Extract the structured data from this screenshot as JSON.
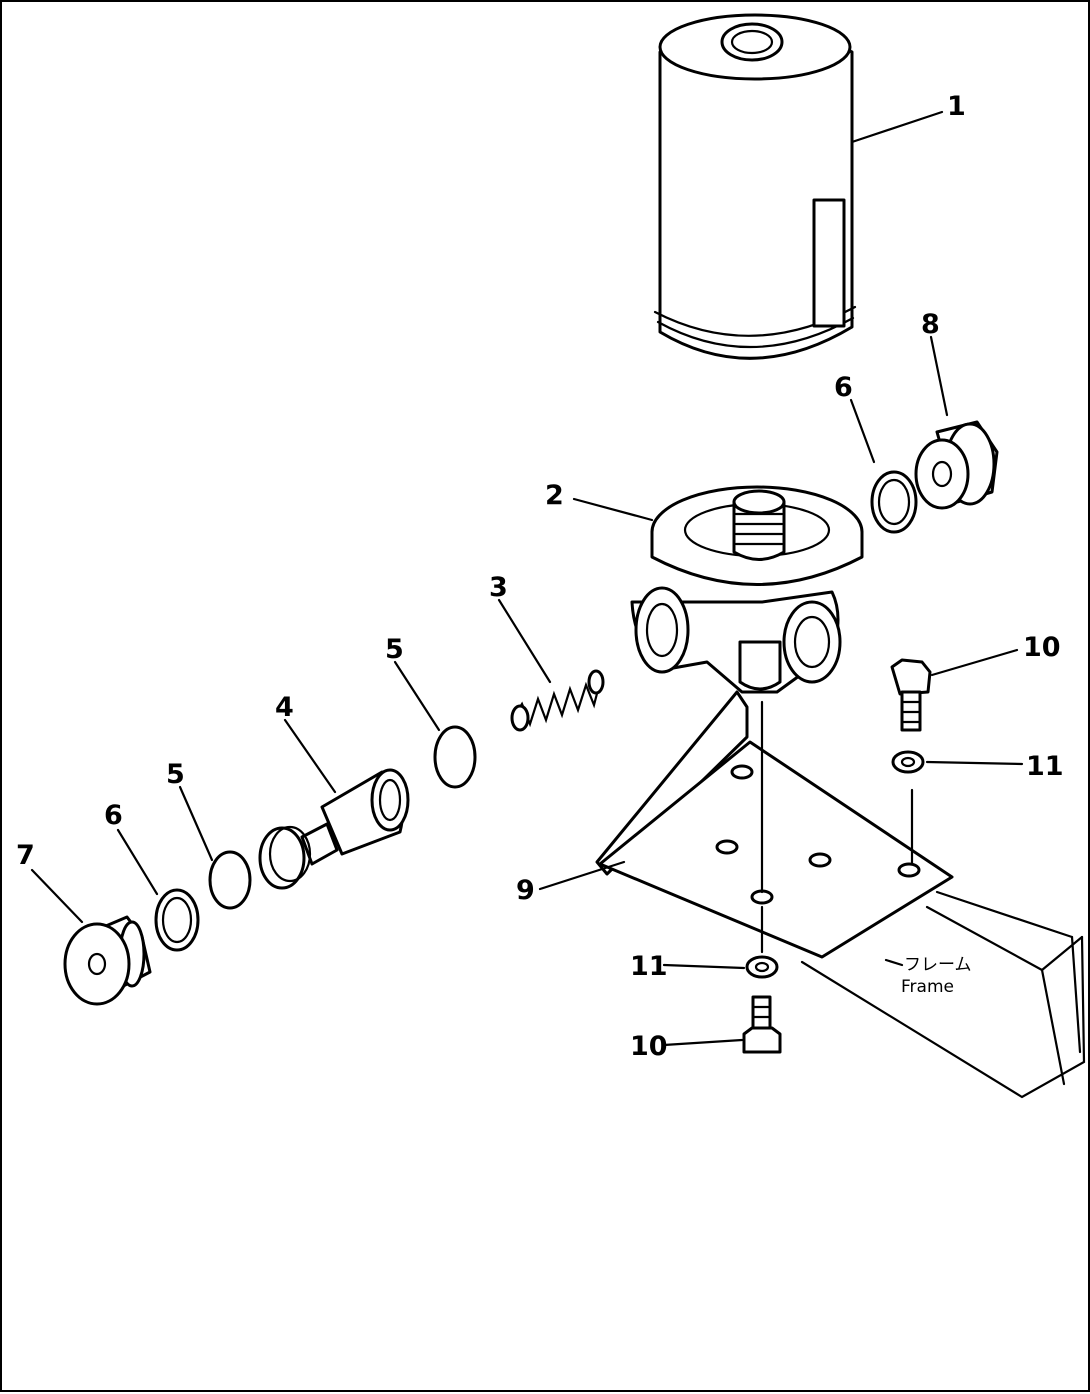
{
  "callouts": {
    "c1": "1",
    "c2": "2",
    "c3": "3",
    "c4": "4",
    "c5a": "5",
    "c5b": "5",
    "c6a": "6",
    "c6b": "6",
    "c7": "7",
    "c8": "8",
    "c9": "9",
    "c10a": "10",
    "c10b": "10",
    "c11a": "11",
    "c11b": "11"
  },
  "frame_label": {
    "japanese": "フレーム",
    "english": "Frame"
  }
}
